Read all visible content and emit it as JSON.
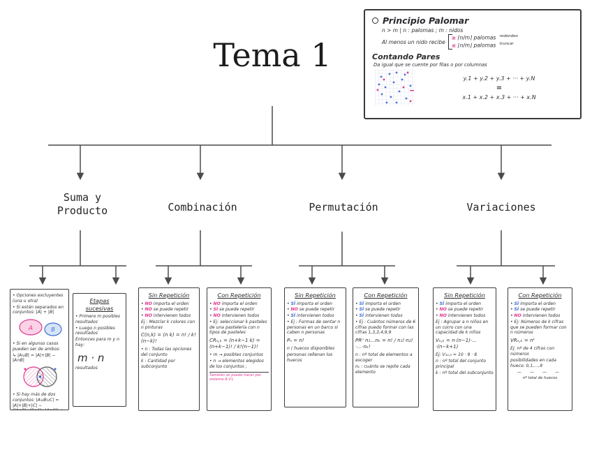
{
  "title": "Tema 1",
  "note_box": {
    "palomar_title": "Principio Palomar",
    "palomar_line1": "n > m  |  n : palomas ;  m : nidos",
    "palomar_line2": "Al menos un nido recibe",
    "ge_sym": "≥",
    "ge_expr": "⌈n/m⌉",
    "ge_word": "palomas",
    "ge_note": "redondeo",
    "le_sym": "≤",
    "le_expr": "⌊n/m⌋",
    "le_word": "palomas",
    "le_note": "truncar",
    "pares_title": "Contando Pares",
    "pares_sub": "Da igual que se cuente por filas o por columnas",
    "eq_top": "y.1 + y.2 + y.3 + ··· + y.N",
    "eq_sign": "=",
    "eq_bottom": "x.1 + x.2 + x.3 + ··· + x.N"
  },
  "branches": [
    {
      "label": "Suma y\nProducto"
    },
    {
      "label": "Combinación"
    },
    {
      "label": "Permutación"
    },
    {
      "label": "Variaciones"
    }
  ],
  "colors": {
    "ink": "#2f2f33",
    "pink": "#e0368f",
    "blue": "#3d6cd6",
    "green": "#4db848"
  },
  "cards": [
    {
      "name": "suma-reglas",
      "content": [
        {
          "s": "• Opciones excluyentes (una u otra)"
        },
        {
          "s": "• Si están separados en conjuntos: |A| + |B|"
        },
        {
          "g": "venn-separate"
        },
        {
          "s": "• Si en algunos casos pueden ser de ambos:"
        },
        {
          "s": "↳ |A∪B| = |A|+|B| − |A∩B|"
        },
        {
          "g": "venn-overlap"
        },
        {
          "s": "• Si hay más de dos conjuntos: |A∪B∪C| = |A|+|B|+|C| − (|A∩B|+|B∩C|+|A∩C|) + |A∩B∩C|"
        },
        {
          "g": "venn-three"
        }
      ]
    },
    {
      "name": "etapas-sucesivas",
      "content": [
        {
          "s": "Etapas sucesivas",
          "cls": "ct"
        },
        {
          "s": "• Primero m posibles resultados"
        },
        {
          "s": "• Luego n posibles resultados"
        },
        {
          "s": "Entonces para m y n hay:"
        },
        {
          "s": "m · n",
          "cls": "big"
        },
        {
          "s": "resultados"
        }
      ]
    },
    {
      "name": "combinacion-sin-repeticion",
      "content": [
        {
          "s": "Sin Repetición",
          "cls": "ct"
        },
        {
          "segs": [
            {
              "s": "• "
            },
            {
              "s": "NO",
              "c": "p"
            },
            {
              "s": " importa el orden"
            }
          ]
        },
        {
          "segs": [
            {
              "s": "• "
            },
            {
              "s": "NO",
              "c": "p"
            },
            {
              "s": " se puede repetir"
            }
          ]
        },
        {
          "segs": [
            {
              "s": "• "
            },
            {
              "s": "NO",
              "c": "p"
            },
            {
              "s": " intervienen todos"
            }
          ]
        },
        {
          "s": "Ej : Mezclar k colores con n pinturas"
        },
        {
          "s": "C(n,k) = (n k) = n! / k!(n−k)!",
          "cls": "fm"
        },
        {
          "s": "• n : Todas las opciones del conjunto"
        },
        {
          "s": "  k : Cantidad por subconjunto"
        }
      ]
    },
    {
      "name": "combinacion-con-repeticion",
      "content": [
        {
          "s": "Con Repetición",
          "cls": "ct"
        },
        {
          "segs": [
            {
              "s": "• "
            },
            {
              "s": "NO",
              "c": "p"
            },
            {
              "s": " importa el orden"
            }
          ]
        },
        {
          "segs": [
            {
              "s": "• "
            },
            {
              "s": "SÍ",
              "c": "p"
            },
            {
              "s": " se puede repetir"
            }
          ]
        },
        {
          "segs": [
            {
              "s": "• "
            },
            {
              "s": "NO",
              "c": "p"
            },
            {
              "s": " intervienen todos"
            }
          ]
        },
        {
          "s": "• Ej: seleccionar k pasteles de una pastelería con n tipos de pasteles"
        },
        {
          "s": "CRₙ,ₖ = (n+k−1  k) = (n+k−1)! / k!(n−1)!",
          "cls": "fm"
        },
        {
          "s": "• m → posibles conjuntos"
        },
        {
          "s": "• n → elementos elegidos de los conjuntos ;"
        },
        {
          "s": "También se puede hacer por sistema A.V.L",
          "cls": "pink-note"
        }
      ]
    },
    {
      "name": "permutacion-sin-repeticion",
      "content": [
        {
          "s": "Sin Repetición",
          "cls": "ct"
        },
        {
          "segs": [
            {
              "s": "• "
            },
            {
              "s": "SÍ",
              "c": "b"
            },
            {
              "s": " importa el orden"
            }
          ]
        },
        {
          "segs": [
            {
              "s": "• "
            },
            {
              "s": "NO",
              "c": "p"
            },
            {
              "s": " se puede repetir"
            }
          ]
        },
        {
          "segs": [
            {
              "s": "• "
            },
            {
              "s": "SÍ",
              "c": "b"
            },
            {
              "s": " intervienen todos"
            }
          ]
        },
        {
          "s": "• Ej : Formas de sentar n personas en un barco si caben n personas"
        },
        {
          "s": "Pₙ = n!",
          "cls": "fm"
        },
        {
          "s": "n ⟨ huecos disponibles"
        },
        {
          "s": "    personas rellenan los huecos"
        }
      ]
    },
    {
      "name": "permutacion-con-repeticion",
      "content": [
        {
          "s": "Con Repetición",
          "cls": "ct"
        },
        {
          "segs": [
            {
              "s": "• "
            },
            {
              "s": "SÍ",
              "c": "b"
            },
            {
              "s": " importa el orden"
            }
          ]
        },
        {
          "segs": [
            {
              "s": "• "
            },
            {
              "s": "SÍ",
              "c": "b"
            },
            {
              "s": " se puede repetir"
            }
          ]
        },
        {
          "segs": [
            {
              "s": "• "
            },
            {
              "s": "SÍ",
              "c": "b"
            },
            {
              "s": " intervienen todos"
            }
          ]
        },
        {
          "s": "• Ej : Cuántos números de 6 cifras puedo formar con las cifras 1,3,3,4,9,9"
        },
        {
          "s": "PRⁿ n₁…nₖ = n! / n₁!·n₂!·…·nₖ!",
          "cls": "fm"
        },
        {
          "s": "n : nº total de elementos a escoger"
        },
        {
          "s": "nₖ : cuánto se repite cada elemento"
        }
      ]
    },
    {
      "name": "variaciones-sin-repeticion",
      "content": [
        {
          "s": "Sin Repetición",
          "cls": "ct"
        },
        {
          "segs": [
            {
              "s": "• "
            },
            {
              "s": "SÍ",
              "c": "b"
            },
            {
              "s": " importa el orden"
            }
          ]
        },
        {
          "segs": [
            {
              "s": "• "
            },
            {
              "s": "NO",
              "c": "p"
            },
            {
              "s": " se puede repetir"
            }
          ]
        },
        {
          "segs": [
            {
              "s": "• "
            },
            {
              "s": "NO",
              "c": "p"
            },
            {
              "s": " intervienen todos"
            }
          ]
        },
        {
          "s": "Ej : Agrupar a n niños en un corro con una capacidad de k niños"
        },
        {
          "s": "Vₙ,ₖ = n·(n−1)·…·(n−k+1)",
          "cls": "fm"
        },
        {
          "s": "Ej: V₁₀,₃ = 10 · 9 · 8"
        },
        {
          "s": "n : nº total del conjunto principal"
        },
        {
          "s": "k : nº total del subconjunto"
        }
      ]
    },
    {
      "name": "variaciones-con-repeticion",
      "content": [
        {
          "s": "Con Repetición",
          "cls": "ct"
        },
        {
          "segs": [
            {
              "s": "• "
            },
            {
              "s": "SÍ",
              "c": "b"
            },
            {
              "s": " importa el orden"
            }
          ]
        },
        {
          "segs": [
            {
              "s": "• "
            },
            {
              "s": "SÍ",
              "c": "b"
            },
            {
              "s": " se puede repetir"
            }
          ]
        },
        {
          "segs": [
            {
              "s": "• "
            },
            {
              "s": "NO",
              "c": "p"
            },
            {
              "s": " intervienen todos"
            }
          ]
        },
        {
          "s": "• Ej: Números de k cifras que se pueden formar con n números"
        },
        {
          "s": "VRₙ,ₖ = nᵏ",
          "cls": "fm"
        },
        {
          "s": "Ej: nº de 4 cifras con números"
        },
        {
          "s": "posibilidades en cada hueco: 0,1,…,9"
        },
        {
          "s": "—  —  —  —",
          "cls": "dash"
        },
        {
          "s": "nº total de huecos",
          "cls": "smallc"
        }
      ]
    }
  ]
}
